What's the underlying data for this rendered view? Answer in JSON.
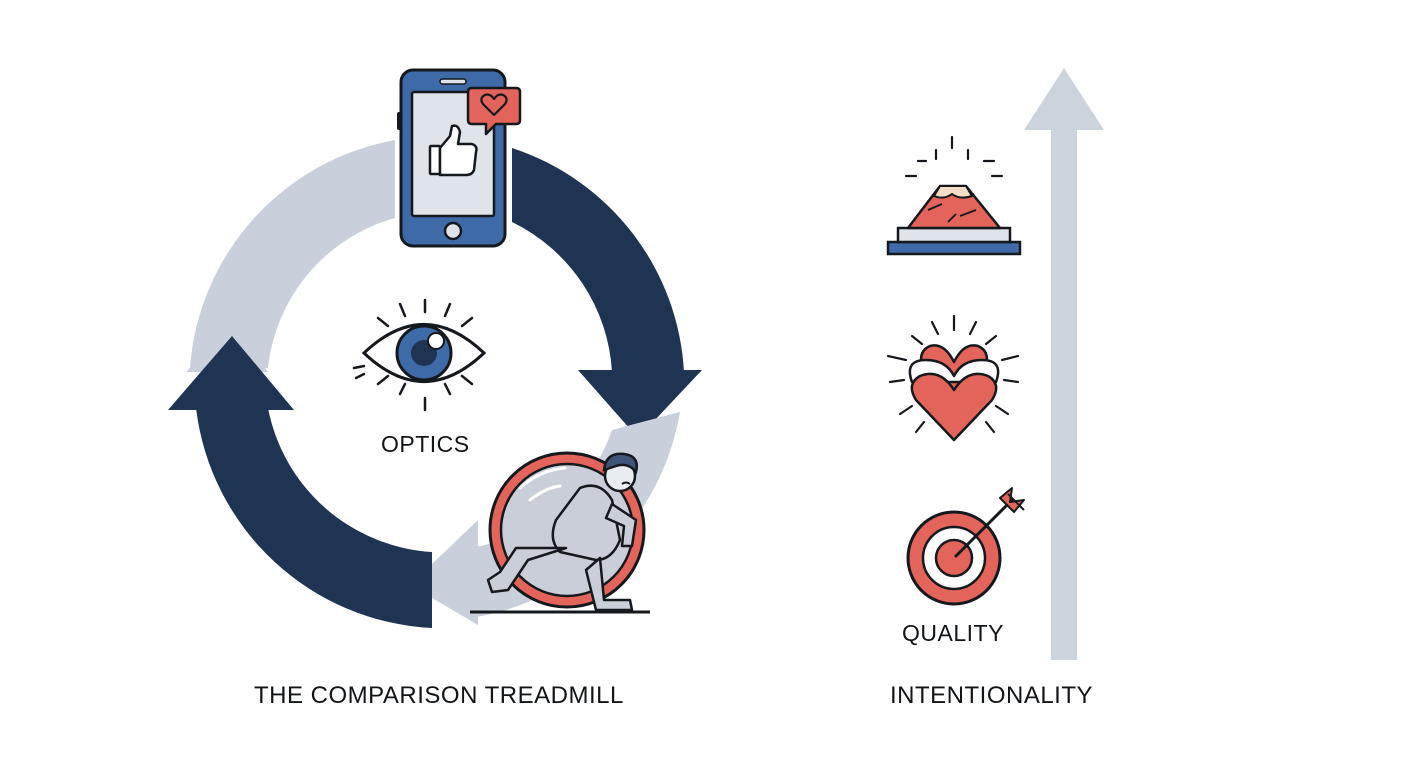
{
  "labels": {
    "center": "OPTICS",
    "left_caption": "THE COMPARISON TREADMILL",
    "bottom_item": "QUALITY",
    "right_caption": "INTENTIONALITY"
  },
  "icons": [
    "smartphone-icon",
    "thumbs-up-icon",
    "heart-notification-icon",
    "eye-icon",
    "running-person-wheel-icon",
    "mountain-award-icon",
    "heart-icon",
    "target-arrow-icon",
    "upward-arrow-icon"
  ],
  "colors": {
    "navy": "#1f3352",
    "light_gray": "#c9d0db",
    "coral": "#e2645a",
    "blue": "#3f6aa8",
    "ink": "#15181d"
  }
}
